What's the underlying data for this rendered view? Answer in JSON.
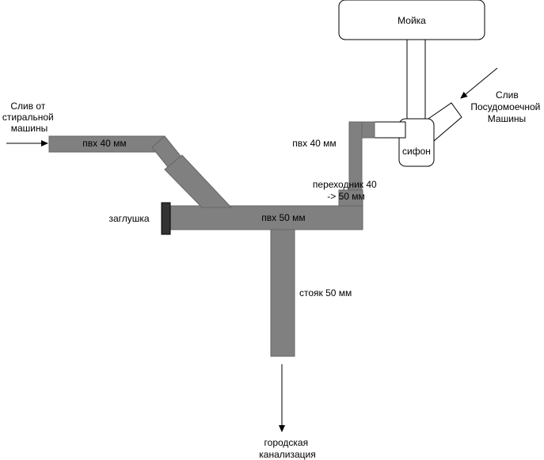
{
  "diagram": {
    "sink": "Мойка",
    "siphon": "сифон",
    "washing_machine_drain": [
      "Слив от",
      "стиральной",
      "машины"
    ],
    "dishwasher_drain": [
      "Слив",
      "Посудомоечной",
      "Машины"
    ],
    "pipe_pvc40_left": "пвх 40 мм",
    "pipe_pvc40_right": "пвх 40 мм",
    "adapter": [
      "переходник 40",
      "-> 50 мм"
    ],
    "plug": "заглушка",
    "pipe_pvc50": "пвх 50 мм",
    "riser": "стояк 50 мм",
    "city_sewer": [
      "городская",
      "канализация"
    ],
    "colors": {
      "pipe": "#808080",
      "pipe_stroke": "#666666",
      "plug": "#333333",
      "line": "#000000"
    }
  }
}
